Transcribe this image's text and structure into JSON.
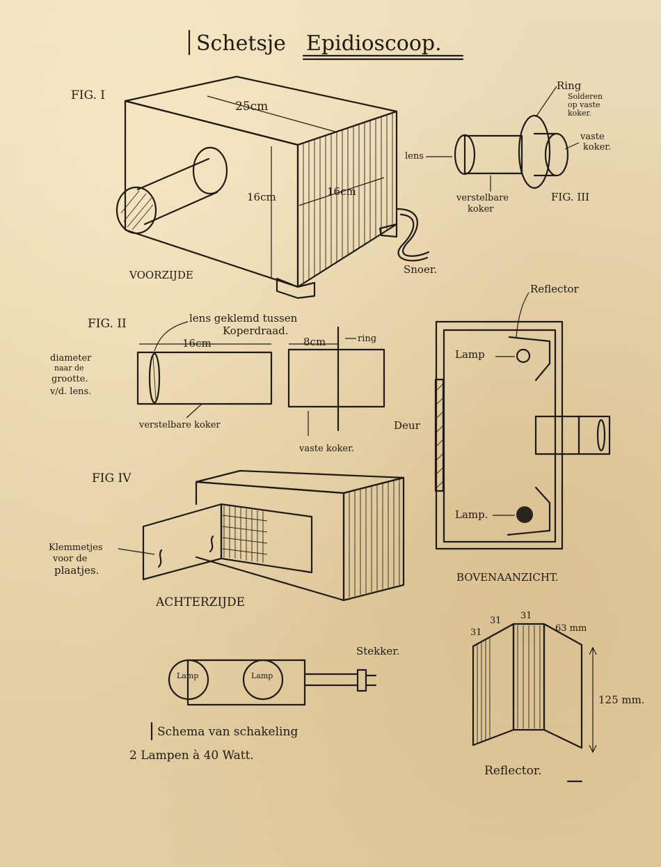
{
  "title_a": "Schetsje",
  "title_b": "Epidioscoop.",
  "fig1": {
    "label": "FIG. I",
    "dim_top": "25cm",
    "dim_height": "16cm",
    "dim_depth": "16cm",
    "voorzijde": "VOORZIJDE",
    "lens": "lens",
    "snoer": "Snoer."
  },
  "fig3": {
    "label": "FIG. III",
    "ring": "Ring",
    "solderen_1": "Solderen",
    "solderen_2": "op vaste",
    "solderen_3": "koker.",
    "vaste_1": "vaste",
    "vaste_2": "koker.",
    "verstelbare_1": "verstelbare",
    "verstelbare_2": "koker"
  },
  "fig2": {
    "label": "FIG. II",
    "lens_note_1": "lens geklemd tussen",
    "lens_note_2": "Koperdraad.",
    "dim_16": "16cm",
    "dim_8": "8cm",
    "ring": "ring",
    "diameter_1": "diameter",
    "diameter_2": "naar de",
    "diameter_3": "grootte.",
    "diameter_4": "v/d. lens.",
    "verstelbare": "verstelbare koker",
    "vaste": "vaste koker."
  },
  "top_view": {
    "reflector": "Reflector",
    "lamp_top": "Lamp",
    "lamp_bottom": "Lamp.",
    "deur": "Deur",
    "caption": "BOVENAANZICHT."
  },
  "fig4": {
    "label": "FIG IV",
    "klemmetjes_1": "Klemmetjes",
    "klemmetjes_2": "voor de",
    "klemmetjes_3": "plaatjes.",
    "caption": "ACHTERZIJDE"
  },
  "schema": {
    "lamp1": "Lamp",
    "lamp2": "Lamp",
    "stekker": "Stekker.",
    "line1": "Schema van schakeling",
    "line2": "2 Lampen à 40 Watt."
  },
  "reflector_fig": {
    "w1": "31",
    "w2": "31",
    "w3": "31",
    "w4": "63 mm",
    "height": "125 mm.",
    "caption": "Reflector."
  }
}
